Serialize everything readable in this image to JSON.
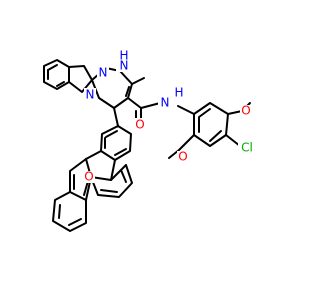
{
  "molecule": {
    "atom_labels": {
      "n_ring_a": "N",
      "n_ring_b": "N",
      "nh": "N",
      "nh_h": "H",
      "amide_n": "N",
      "amide_h": "H",
      "amide_o": "O",
      "furan_o": "O",
      "methoxy_o1": "O",
      "methoxy_o2": "O",
      "cl": "Cl"
    },
    "colors": {
      "bond": "#000000",
      "nitrogen": "#0000ff",
      "oxygen": "#ff0000",
      "chlorine": "#00aa00"
    }
  }
}
